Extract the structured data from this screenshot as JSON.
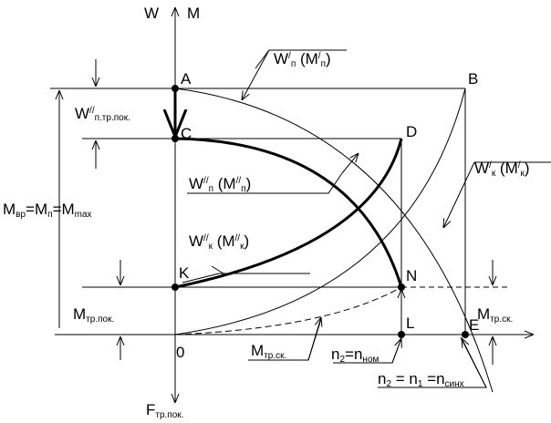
{
  "axes": {
    "y_w": "W",
    "y_m": "M",
    "origin": "0",
    "down": "F",
    "down_sub": "тр.пок."
  },
  "points": {
    "A": "A",
    "B": "B",
    "C": "C",
    "D": "D",
    "K": "K",
    "N": "N",
    "L": "L",
    "E": "E"
  },
  "labels": {
    "w_ptrpok": {
      "main": "W",
      "sup": "//",
      "sub": "п.тр.пок."
    },
    "mvr": {
      "a": "M",
      "a_sub": "вр",
      "b": "=M",
      "b_sub": "п",
      "c": "=M",
      "c_sub": "max"
    },
    "mtrpok": {
      "main": "M",
      "sub": "тр.пок."
    },
    "mtrsk_right": {
      "main": "M",
      "sub": "тр.ск."
    },
    "mtrsk_bottom": {
      "main": "M",
      "sub": "тр.ск."
    },
    "wp1": {
      "a": "W",
      "a_sup": "/",
      "a_sub": "п",
      "b": " (M",
      "b_sup": "/",
      "b_sub": "п",
      "c": ")"
    },
    "wk1": {
      "a": "W",
      "a_sup": "/",
      "a_sub": "к",
      "b": " (M",
      "b_sup": "/",
      "b_sub": "к",
      "c": ")"
    },
    "wp2": {
      "a": "W",
      "a_sup": "//",
      "a_sub": "п",
      "b": " (M",
      "b_sup": "//",
      "b_sub": "п",
      "c": ")"
    },
    "wk2": {
      "a": "W",
      "a_sup": "//",
      "a_sub": "к",
      "b": " (M",
      "b_sup": "//",
      "b_sub": "к",
      "c": ")"
    },
    "nnom": {
      "a": "n",
      "a_sub": "2",
      "b": "=n",
      "b_sub": "ном"
    },
    "nsinh": {
      "a": "n",
      "a_sub": "2",
      "b": " = n",
      "b_sub": "1",
      "c": " =n",
      "c_sub": "синх"
    }
  }
}
